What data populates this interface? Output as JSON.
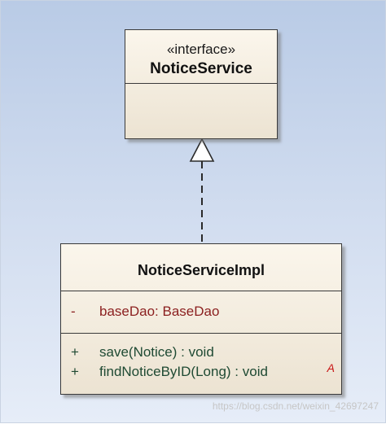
{
  "interface_class": {
    "stereotype": "«interface»",
    "name": "NoticeService"
  },
  "impl_class": {
    "name": "NoticeServiceImpl",
    "attributes": [
      {
        "visibility": "-",
        "text": "baseDao: BaseDao"
      }
    ],
    "operations": [
      {
        "visibility": "+",
        "text": "save(Notice) : void"
      },
      {
        "visibility": "+",
        "text": "findNoticeByID(Long) : void"
      }
    ],
    "abstract_marker": "A"
  },
  "relationship": {
    "type": "realization",
    "from": "NoticeServiceImpl",
    "to": "NoticeService"
  },
  "watermark": "https://blog.csdn.net/weixin_42697247"
}
